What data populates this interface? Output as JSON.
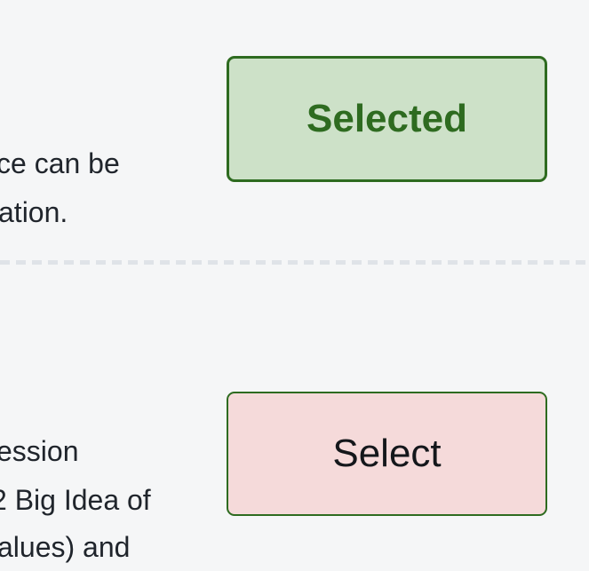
{
  "page": {
    "background_color": "#f5f6f7",
    "text_color": "#20252c"
  },
  "top_section": {
    "text_lines": [
      "ce can be",
      "ation."
    ],
    "button": {
      "label": "Selected",
      "state": "selected",
      "background_color": "#cde1c8",
      "border_color": "#2e6b20",
      "text_color": "#2e6b20"
    }
  },
  "divider": {
    "style": "dashed",
    "color": "#dfe3e8"
  },
  "bottom_section": {
    "text_lines": [
      "ession",
      "2 Big Idea of",
      "alues) and"
    ],
    "button": {
      "label": "Select",
      "state": "unselected",
      "background_color": "#f5dada",
      "border_color": "#2e6b20",
      "text_color": "#14171b"
    }
  }
}
